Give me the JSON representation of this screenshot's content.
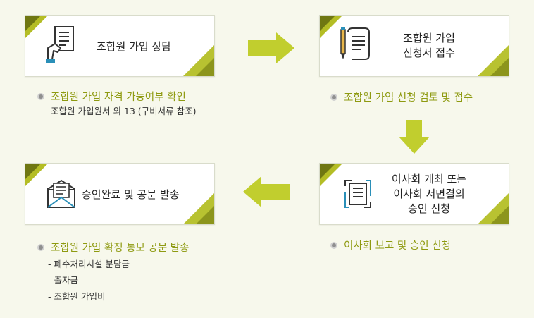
{
  "colors": {
    "accent": "#b4bd25",
    "accent_dark": "#6f7712",
    "text_accent": "#8e9a10",
    "arrow": "#c1ce2e",
    "background": "#f7f8ec"
  },
  "steps": [
    {
      "icon": "hand-document-icon",
      "title_lines": [
        "조합원 가입 상담"
      ]
    },
    {
      "icon": "pen-scroll-icon",
      "title_lines": [
        "조합원 가입",
        "신청서 접수"
      ]
    },
    {
      "icon": "document-refresh-icon",
      "title_lines": [
        "이사회 개최 또는",
        "이사회 서면결의",
        "승인 신청"
      ]
    },
    {
      "icon": "envelope-letter-icon",
      "title_lines": [
        "승인완료 및 공문 발송"
      ]
    }
  ],
  "notes": {
    "step1": {
      "main": "조합원 가입 자격 가능여부 확인",
      "sub": "조합원 가입원서 외 13 (구비서류 참조)"
    },
    "step2": {
      "main": "조합원 가입 신청 검토 및 접수"
    },
    "step3": {
      "main": "이사회 보고 및 승인 신청"
    },
    "step4": {
      "main": "조합원 가입 확정 통보 공문 발송",
      "sub_items": [
        "- 폐수처리시설 분담금",
        "- 출자금",
        "- 조합원 가입비"
      ]
    }
  }
}
